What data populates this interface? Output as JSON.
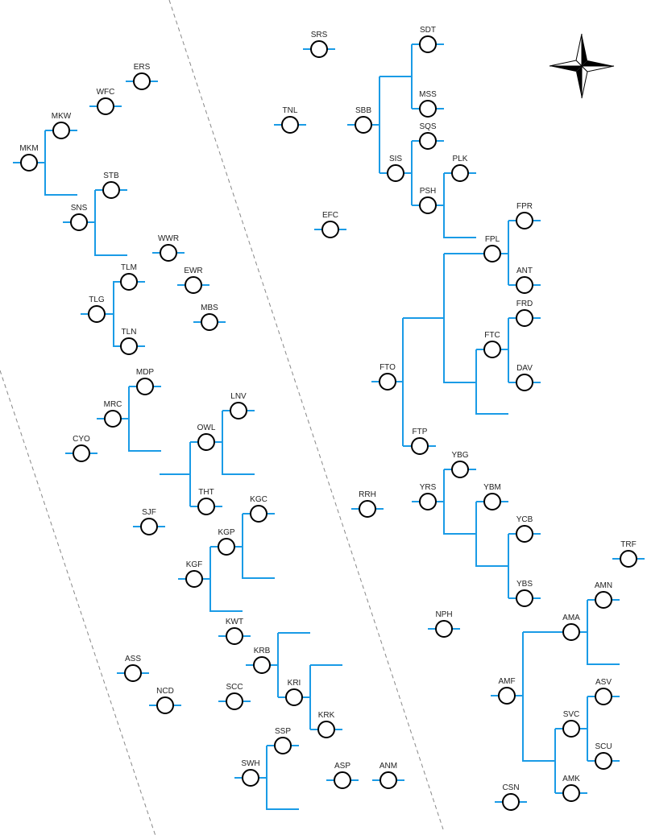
{
  "colors": {
    "connector": "#1a9be6",
    "node_stroke": "#000000",
    "node_fill": "#ffffff",
    "separator": "#888888"
  },
  "compass": {
    "icon": "compass-rose-icon"
  },
  "nodes": [
    {
      "id": "ERS",
      "label": "ERS"
    },
    {
      "id": "WFC",
      "label": "WFC"
    },
    {
      "id": "MKW",
      "label": "MKW"
    },
    {
      "id": "MKM",
      "label": "MKM"
    },
    {
      "id": "STB",
      "label": "STB"
    },
    {
      "id": "SNS",
      "label": "SNS"
    },
    {
      "id": "WWR",
      "label": "WWR"
    },
    {
      "id": "TLM",
      "label": "TLM"
    },
    {
      "id": "EWR",
      "label": "EWR"
    },
    {
      "id": "TLG",
      "label": "TLG"
    },
    {
      "id": "MBS",
      "label": "MBS"
    },
    {
      "id": "TLN",
      "label": "TLN"
    },
    {
      "id": "MDP",
      "label": "MDP"
    },
    {
      "id": "MRC",
      "label": "MRC"
    },
    {
      "id": "CYO",
      "label": "CYO"
    },
    {
      "id": "LNV",
      "label": "LNV"
    },
    {
      "id": "OWL",
      "label": "OWL"
    },
    {
      "id": "THT",
      "label": "THT"
    },
    {
      "id": "SJF",
      "label": "SJF"
    },
    {
      "id": "KGC",
      "label": "KGC"
    },
    {
      "id": "KGP",
      "label": "KGP"
    },
    {
      "id": "KGF",
      "label": "KGF"
    },
    {
      "id": "KWT",
      "label": "KWT"
    },
    {
      "id": "KRB",
      "label": "KRB"
    },
    {
      "id": "ASS",
      "label": "ASS"
    },
    {
      "id": "KRI",
      "label": "KRI"
    },
    {
      "id": "NCD",
      "label": "NCD"
    },
    {
      "id": "SCC",
      "label": "SCC"
    },
    {
      "id": "KRK",
      "label": "KRK"
    },
    {
      "id": "SSP",
      "label": "SSP"
    },
    {
      "id": "SWH",
      "label": "SWH"
    },
    {
      "id": "ASP",
      "label": "ASP"
    },
    {
      "id": "ANM",
      "label": "ANM"
    },
    {
      "id": "SRS",
      "label": "SRS"
    },
    {
      "id": "SDT",
      "label": "SDT"
    },
    {
      "id": "TNL",
      "label": "TNL"
    },
    {
      "id": "SBB",
      "label": "SBB"
    },
    {
      "id": "MSS",
      "label": "MSS"
    },
    {
      "id": "SQS",
      "label": "SQS"
    },
    {
      "id": "SIS",
      "label": "SIS"
    },
    {
      "id": "PLK",
      "label": "PLK"
    },
    {
      "id": "PSH",
      "label": "PSH"
    },
    {
      "id": "EFC",
      "label": "EFC"
    },
    {
      "id": "FPR",
      "label": "FPR"
    },
    {
      "id": "FPL",
      "label": "FPL"
    },
    {
      "id": "ANT",
      "label": "ANT"
    },
    {
      "id": "FRD",
      "label": "FRD"
    },
    {
      "id": "FTC",
      "label": "FTC"
    },
    {
      "id": "FTO",
      "label": "FTO"
    },
    {
      "id": "DAV",
      "label": "DAV"
    },
    {
      "id": "FTP",
      "label": "FTP"
    },
    {
      "id": "YBG",
      "label": "YBG"
    },
    {
      "id": "YRS",
      "label": "YRS"
    },
    {
      "id": "YBM",
      "label": "YBM"
    },
    {
      "id": "RRH",
      "label": "RRH"
    },
    {
      "id": "YCB",
      "label": "YCB"
    },
    {
      "id": "TRF",
      "label": "TRF"
    },
    {
      "id": "YBS",
      "label": "YBS"
    },
    {
      "id": "AMN",
      "label": "AMN"
    },
    {
      "id": "NPH",
      "label": "NPH"
    },
    {
      "id": "AMA",
      "label": "AMA"
    },
    {
      "id": "AMF",
      "label": "AMF"
    },
    {
      "id": "ASV",
      "label": "ASV"
    },
    {
      "id": "SVC",
      "label": "SVC"
    },
    {
      "id": "SCU",
      "label": "SCU"
    },
    {
      "id": "AMK",
      "label": "AMK"
    },
    {
      "id": "CSN",
      "label": "CSN"
    }
  ]
}
